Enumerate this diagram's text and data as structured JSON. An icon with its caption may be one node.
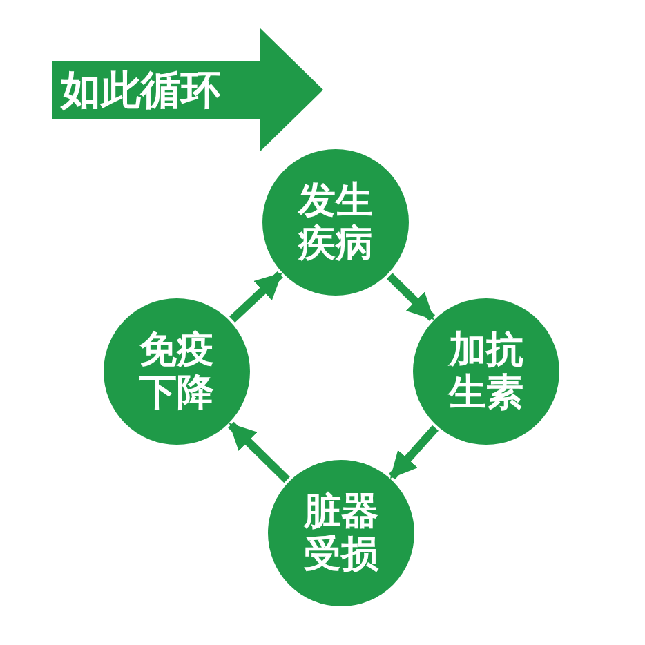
{
  "diagram": {
    "nodes": [
      {
        "text": [
          "如此循环"
        ]
      },
      {
        "text": [
          "发生疾病"
        ]
      },
      {
        "text": [
          "加抗生素"
        ]
      },
      {
        "text": [
          "脏器受损"
        ]
      },
      {
        "text": [
          "免疫下降"
        ]
      }
    ],
    "edges": [
      {
        "from": 1,
        "to": 2,
        "arrow": "to"
      },
      {
        "from": 2,
        "to": 3,
        "arrow": "to"
      },
      {
        "from": 3,
        "to": 4,
        "arrow": "to"
      },
      {
        "from": 4,
        "to": 1,
        "arrow": "to"
      }
    ]
  }
}
